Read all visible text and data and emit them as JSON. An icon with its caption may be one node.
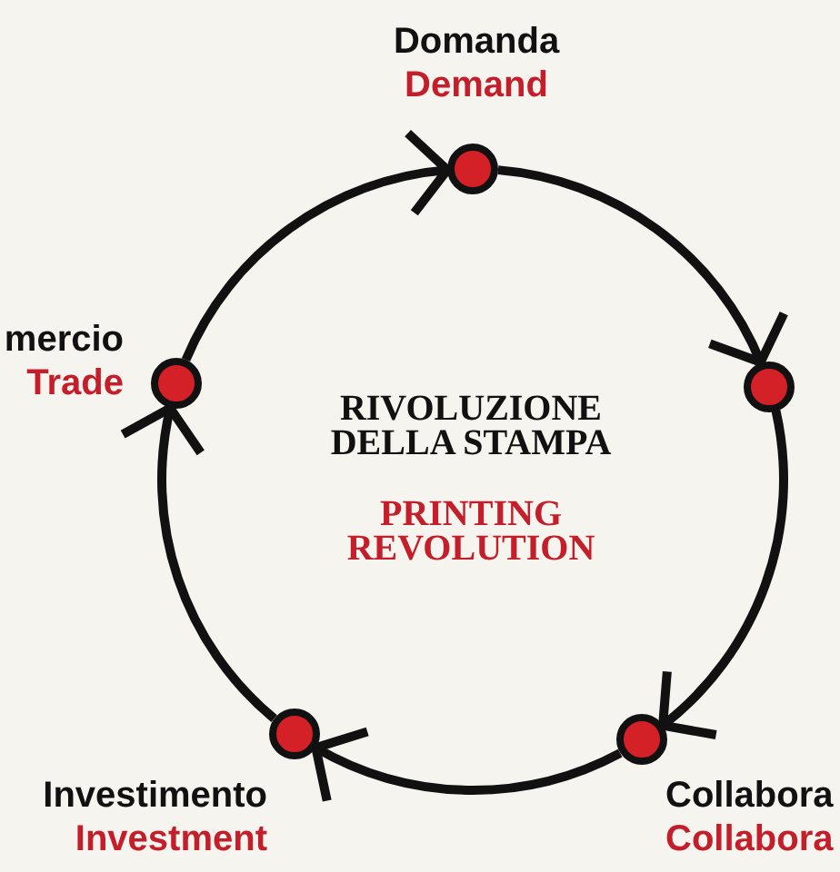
{
  "diagram": {
    "nodes": [
      {
        "text": [],
        "shape": "circle",
        "beside": [
          "Domanda",
          "Demand"
        ]
      },
      {
        "text": [],
        "shape": "circle",
        "beside": [
          "mercio",
          "Trade"
        ]
      },
      {
        "text": [],
        "shape": "circle"
      },
      {
        "text": [],
        "shape": "circle",
        "beside": [
          "Investimento",
          "Investment"
        ]
      },
      {
        "text": [],
        "shape": "circle",
        "beside": [
          "Collabora",
          "Collabora"
        ]
      }
    ],
    "edges": [
      {
        "from": 1,
        "to": 0,
        "arrow": "to"
      },
      {
        "from": 0,
        "to": 2,
        "arrow": "to"
      },
      {
        "from": 2,
        "to": 4,
        "arrow": "to"
      },
      {
        "from": 4,
        "to": 3,
        "arrow": "to"
      },
      {
        "from": 3,
        "to": 1,
        "arrow": "to"
      }
    ],
    "labels": [
      "RIVOLUZIONE DELLA STAMPA",
      "PRINTING REVOLUTION"
    ]
  }
}
